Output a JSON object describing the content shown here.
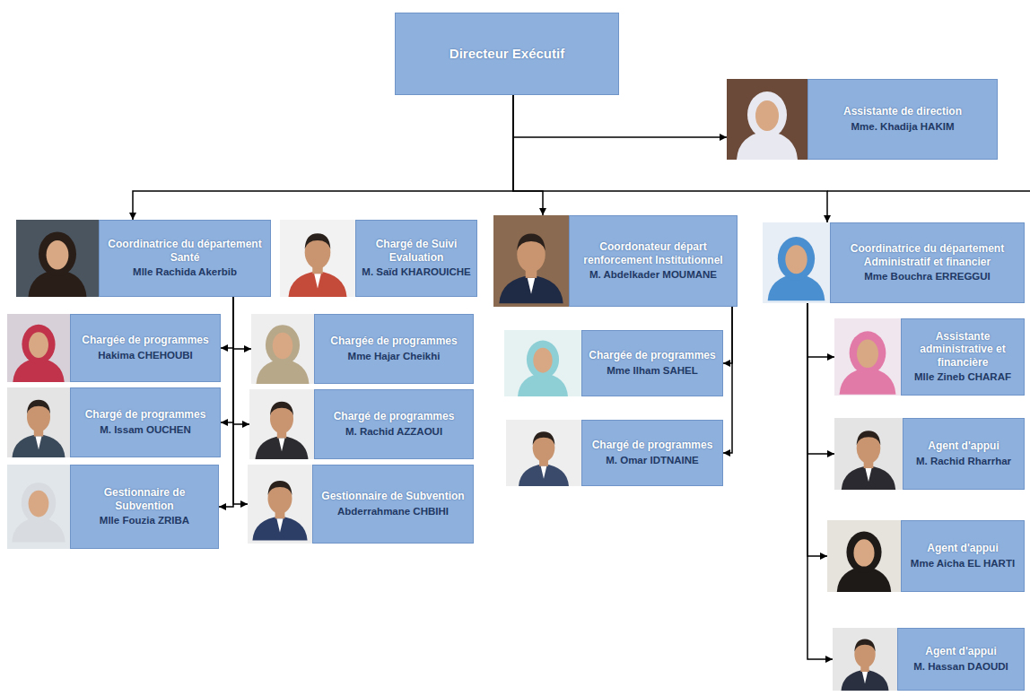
{
  "diagram": {
    "nodes": [
      {
        "text": [
          "Directeur Exécutif"
        ]
      },
      {
        "text": [
          "Assistante de direction",
          "Mme. Khadija HAKIM"
        ]
      },
      {
        "text": [
          "Coordinatrice du département Santé",
          "Mlle Rachida Akerbib"
        ]
      },
      {
        "text": [
          "Chargé de Suivi Evaluation",
          "M. Saïd KHAROUICHE"
        ]
      },
      {
        "text": [
          "Coordonateur départ renforcement Institutionnel",
          "M. Abdelkader MOUMANE"
        ]
      },
      {
        "text": [
          "Coordinatrice du département Administratif et financier",
          "Mme Bouchra ERREGGUI"
        ]
      },
      {
        "text": [
          "Chargée de programmes",
          "Hakima CHEHOUBI"
        ]
      },
      {
        "text": [
          "Chargée de programmes",
          "Mme Hajar Cheikhi"
        ]
      },
      {
        "text": [
          "Chargé de programmes",
          "M. Issam OUCHEN"
        ]
      },
      {
        "text": [
          "Chargé de programmes",
          "M. Rachid AZZAOUI"
        ]
      },
      {
        "text": [
          "Gestionnaire de Subvention",
          "Mlle Fouzia ZRIBA"
        ]
      },
      {
        "text": [
          "Gestionnaire de Subvention",
          "Abderrahmane CHBIHI"
        ]
      },
      {
        "text": [
          "Chargée de programmes",
          "Mme Ilham SAHEL"
        ]
      },
      {
        "text": [
          "Chargé de programmes",
          "M. Omar IDTNAINE"
        ]
      },
      {
        "text": [
          "Assistante administrative et financière",
          "Mlle Zineb CHARAF"
        ]
      },
      {
        "text": [
          "Agent d'appui",
          "M. Rachid Rharrhar"
        ]
      },
      {
        "text": [
          "Agent d'appui",
          "Mme Aicha EL HARTI"
        ]
      },
      {
        "text": [
          "Agent d'appui",
          "M. Hassan DAOUDI"
        ]
      }
    ],
    "edges": [
      {
        "from": 0,
        "to": 1,
        "arrow": "to"
      },
      {
        "from": 0,
        "to": 2,
        "arrow": "to"
      },
      {
        "from": 0,
        "to": 4,
        "arrow": "to"
      },
      {
        "from": 0,
        "to": 5,
        "arrow": "to"
      },
      {
        "from": 2,
        "to": 6,
        "arrow": "to"
      },
      {
        "from": 2,
        "to": 7,
        "arrow": "to"
      },
      {
        "from": 2,
        "to": 8,
        "arrow": "to"
      },
      {
        "from": 2,
        "to": 9,
        "arrow": "to"
      },
      {
        "from": 2,
        "to": 10,
        "arrow": "to"
      },
      {
        "from": 2,
        "to": 11,
        "arrow": "to"
      },
      {
        "from": 4,
        "to": 12,
        "arrow": "to"
      },
      {
        "from": 4,
        "to": 13,
        "arrow": "to"
      },
      {
        "from": 5,
        "to": 14,
        "arrow": "to"
      },
      {
        "from": 5,
        "to": 15,
        "arrow": "to"
      },
      {
        "from": 5,
        "to": 16,
        "arrow": "to"
      },
      {
        "from": 5,
        "to": 17,
        "arrow": "to"
      }
    ]
  }
}
